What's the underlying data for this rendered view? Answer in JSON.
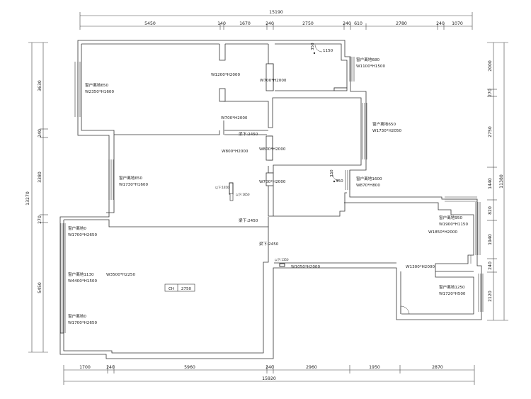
{
  "dimensions": {
    "top_total": "15190",
    "top": [
      "5450",
      "140",
      "1670",
      "240",
      "2750",
      "240",
      "610",
      "2780",
      "240",
      "1070"
    ],
    "bottom_total": "15920",
    "bottom": [
      "1700",
      "240",
      "5960",
      "240",
      "2960",
      "1950",
      "2870"
    ],
    "left_total": "13270",
    "left": [
      "3630",
      "240",
      "3380",
      "270",
      "5450"
    ],
    "right_total": "11380",
    "right": [
      "2000",
      "270",
      "2750",
      "1440",
      "820",
      "1940",
      "240",
      "2120"
    ]
  },
  "notes": {
    "w_kitchen": "窗户离地650",
    "w_kitchen_size": "W2350*H1600",
    "w_bath_top": "窗户离地680",
    "w_bath_top_size": "W1100*H1500",
    "w_room_right": "窗户离地650",
    "w_room_right_size": "W1730*H2050",
    "w_room_left": "窗户离地650",
    "w_room_left_size": "W1730*H1600",
    "w_balcony": "窗户离地1600",
    "w_balcony_size": "W870*H800",
    "w_east": "窗户离地950",
    "w_east_size": "W1900*H1150",
    "w_liv1": "窗户离地0",
    "w_liv1_size": "W1700*H2650",
    "w_liv2": "窗户离地1130",
    "w_liv2_size": "W4400*H1500",
    "w_liv3": "窗户离地0",
    "w_liv3_size": "W1700*H2650",
    "w_se": "窗户离地1250",
    "w_se_size": "W1720*H500"
  },
  "doors": {
    "d1": "W1200*H2000",
    "d2": "W700*H2000",
    "d3": "W700*H2000",
    "d4": "W800*H2000",
    "d5": "W800*H2000",
    "d6": "W700*H2000",
    "d7": "W1850*H2000",
    "d8": "W3500*H2250",
    "d9": "W1050*H2000",
    "d10": "W1300*H2000"
  },
  "beams": {
    "b1": "梁下:2450",
    "b2": "梁下:2450",
    "b3": "梁下:2450"
  },
  "marks": {
    "r1": "350",
    "n1": "1150",
    "r2": "330",
    "r3": "350",
    "ch": "CH",
    "ch_value": "2750",
    "small1": "以下:1650",
    "small2": "以下:1650",
    "small3": "以下:1350"
  }
}
